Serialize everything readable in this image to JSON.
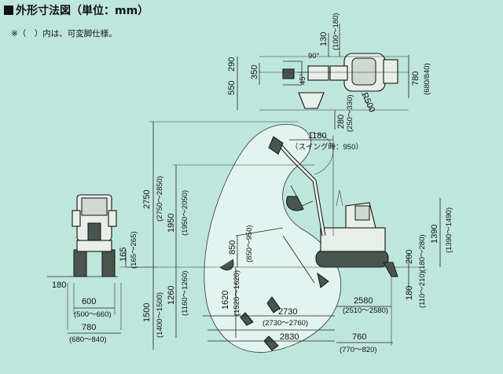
{
  "title": "外形寸法図（単位：mm）",
  "note": "※（　）内は、可変脚仕様。",
  "top_view": {
    "d130": "130",
    "d100_180": "(100～180)",
    "d290": "290",
    "d350": "350",
    "d550": "550",
    "d90": "90°",
    "d45": "45°",
    "d280": "280",
    "d250_330": "(250～330)",
    "r500": "R500",
    "d780": "780",
    "d680_840": "(680/840)"
  },
  "front_view": {
    "d165": "165",
    "d165_265": "(165～265)",
    "d180": "180",
    "d600": "600",
    "d500_660": "(500～660)",
    "d780": "780",
    "d680_840": "(680～840)"
  },
  "side_view": {
    "d1180": "1180",
    "swing": "（スイング時：950）",
    "d2750": "2750",
    "d2750_2850": "(2750～2850)",
    "d1950": "1950",
    "d1950_2050": "(1950～2050)",
    "d850": "850",
    "d850_950": "(850～950)",
    "d1260": "1260",
    "d1160_1260": "(1160～1260)",
    "d1500": "1500",
    "d1400_1500": "(1400～1500)",
    "d1620": "1620",
    "d1520_1620": "(1520～1620)",
    "d200": "200",
    "d180_280": "(180～280)",
    "d1390": "1390",
    "d1390_1490": "(1390～1490)",
    "d180b": "180",
    "d110_210": "(110～210)",
    "d2580": "2580",
    "d2510_2580": "(2510～2580)",
    "d2730": "2730",
    "d2730_2760": "(2730～2760)",
    "d2830": "2830",
    "d760": "760",
    "d770_820": "(770～820)"
  }
}
